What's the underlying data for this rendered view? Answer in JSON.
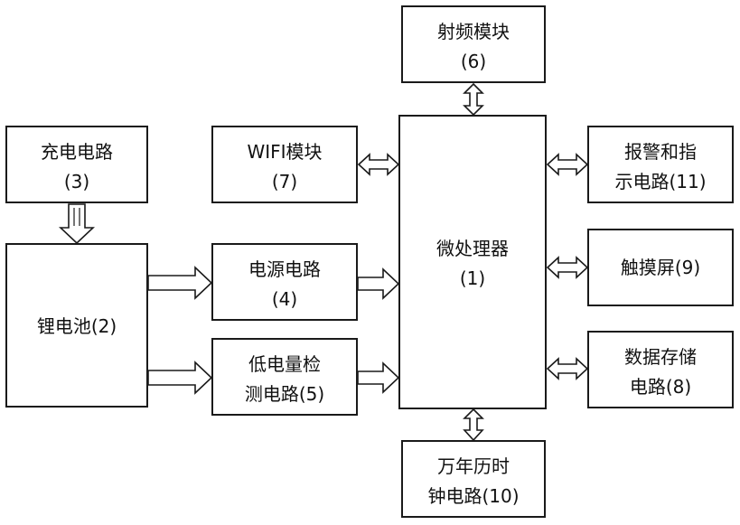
{
  "blocks": {
    "rf": {
      "line1": "射频模块",
      "line2": "(6)"
    },
    "charge": {
      "line1": "充电电路",
      "line2": "(3)"
    },
    "wifi": {
      "line1": "WIFI模块",
      "line2": "(7)"
    },
    "mcu": {
      "line1": "微处理器",
      "line2": "(1)"
    },
    "alarm": {
      "line1": "报警和指",
      "line2": "示电路(11)"
    },
    "battery": {
      "line1": "锂电池(2)"
    },
    "power": {
      "line1": "电源电路",
      "line2": "(4)"
    },
    "touch": {
      "line1": "触摸屏(9)"
    },
    "lowbat": {
      "line1": "低电量检",
      "line2": "测电路(5)"
    },
    "storage": {
      "line1": "数据存储",
      "line2": "电路(8)"
    },
    "clock": {
      "line1": "万年历时",
      "line2": "钟电路(10)"
    }
  }
}
